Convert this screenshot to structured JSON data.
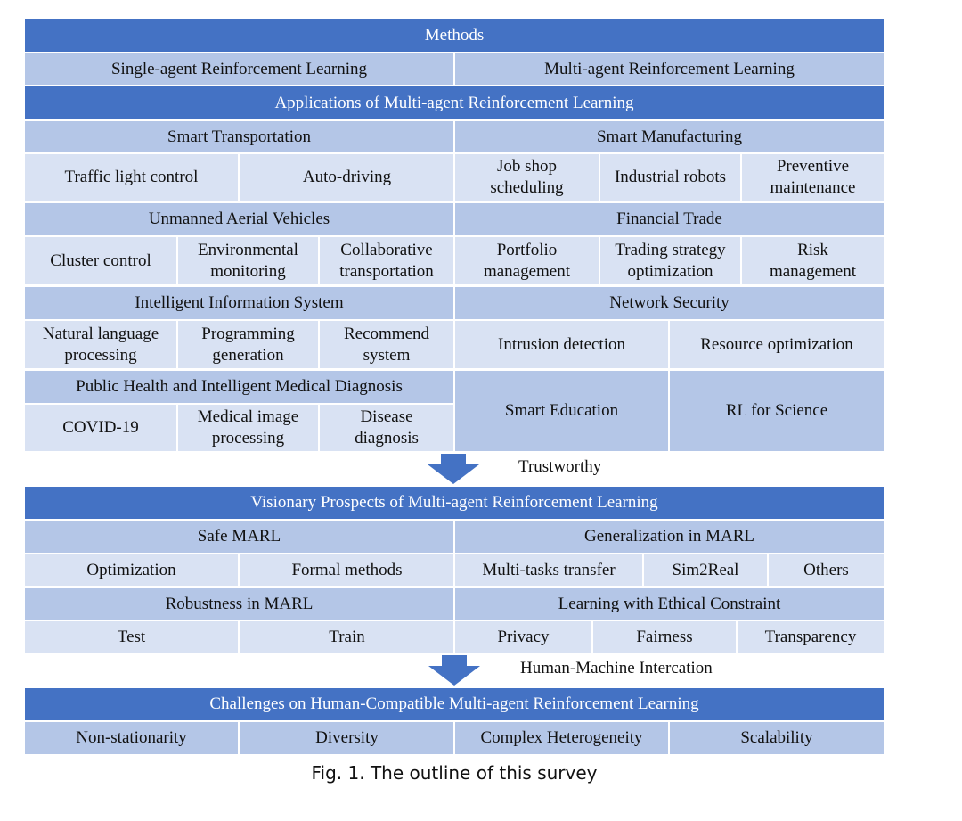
{
  "methods": {
    "header": "Methods",
    "single": "Single-agent Reinforcement Learning",
    "multi": "Multi-agent Reinforcement Learning"
  },
  "applications": {
    "header": "Applications of Multi-agent Reinforcement Learning",
    "smart_transportation": {
      "title": "Smart Transportation",
      "items": [
        "Traffic light control",
        "Auto-driving"
      ]
    },
    "smart_manufacturing": {
      "title": "Smart Manufacturing",
      "items": [
        "Job shop scheduling",
        "Industrial robots",
        "Preventive maintenance"
      ]
    },
    "uav": {
      "title": "Unmanned Aerial Vehicles",
      "items": [
        "Cluster control",
        "Environmental monitoring",
        "Collaborative transportation"
      ]
    },
    "financial": {
      "title": "Financial Trade",
      "items": [
        "Portfolio management",
        "Trading strategy optimization",
        "Risk management"
      ]
    },
    "iis": {
      "title": "Intelligent Information System",
      "items": [
        "Natural language processing",
        "Programming generation",
        "Recommend system"
      ]
    },
    "network": {
      "title": "Network Security",
      "items": [
        "Intrusion detection",
        "Resource optimization"
      ]
    },
    "health": {
      "title": "Public Health and Intelligent Medical Diagnosis",
      "items": [
        "COVID-19",
        "Medical image processing",
        "Disease diagnosis"
      ]
    },
    "education": "Smart Education",
    "science": "RL for Science"
  },
  "arrow1_label": "Trustworthy",
  "prospects": {
    "header": "Visionary Prospects of Multi-agent Reinforcement Learning",
    "safe": {
      "title": "Safe MARL",
      "items": [
        "Optimization",
        "Formal methods"
      ]
    },
    "generalization": {
      "title": "Generalization in MARL",
      "items": [
        "Multi-tasks transfer",
        "Sim2Real",
        "Others"
      ]
    },
    "robustness": {
      "title": "Robustness in MARL",
      "items": [
        "Test",
        "Train"
      ]
    },
    "ethical": {
      "title": "Learning with Ethical Constraint",
      "items": [
        "Privacy",
        "Fairness",
        "Transparency"
      ]
    }
  },
  "arrow2_label": "Human-Machine Intercation",
  "challenges": {
    "header": "Challenges on Human-Compatible Multi-agent Reinforcement Learning",
    "items": [
      "Non-stationarity",
      "Diversity",
      "Complex Heterogeneity",
      "Scalability"
    ]
  },
  "caption": "Fig. 1.  The outline of this survey"
}
